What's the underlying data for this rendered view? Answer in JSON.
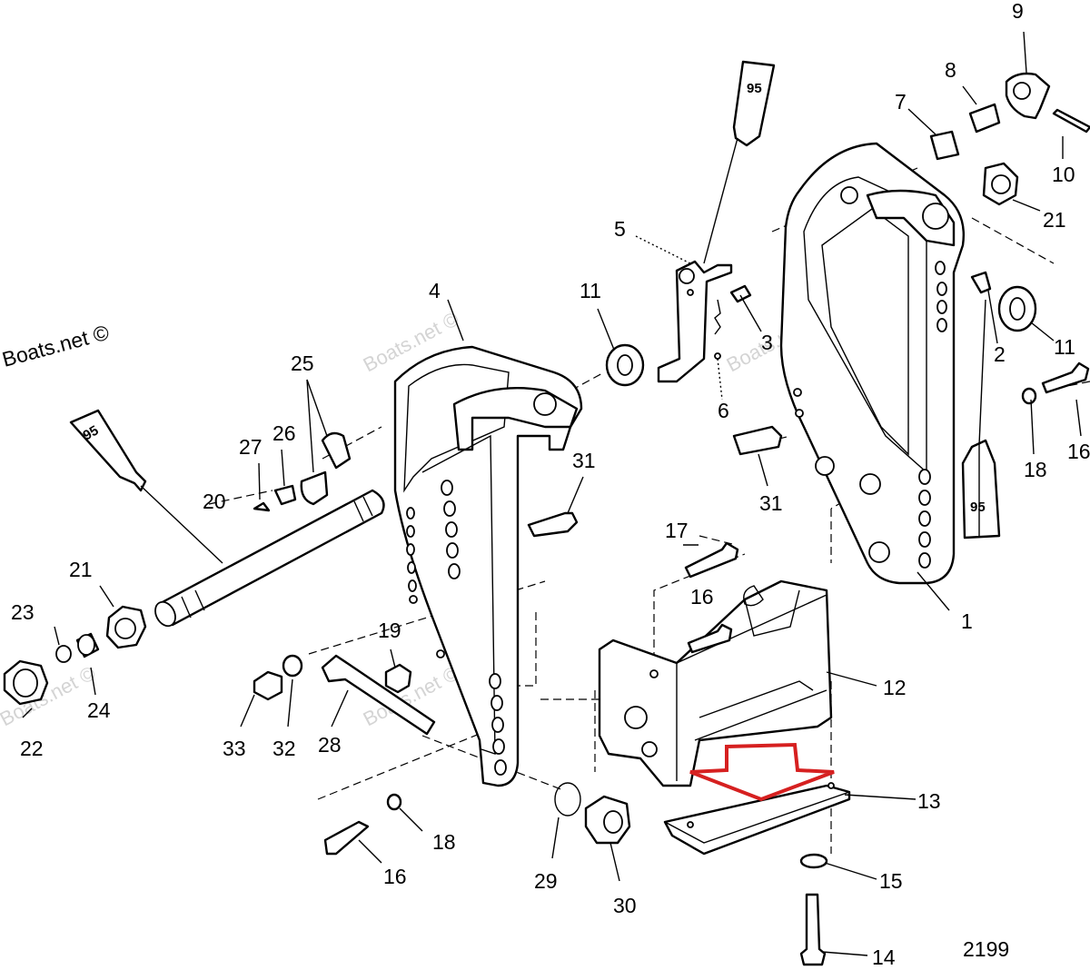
{
  "credit": "Boats.net ©",
  "watermark": "Boats.net ©",
  "drawing_number": "2199",
  "sealant_label": "95",
  "callouts": [
    "1",
    "2",
    "3",
    "4",
    "5",
    "6",
    "7",
    "8",
    "9",
    "10",
    "11",
    "11",
    "12",
    "13",
    "14",
    "15",
    "16",
    "16",
    "16",
    "17",
    "18",
    "18",
    "19",
    "20",
    "21",
    "21",
    "22",
    "23",
    "24",
    "25",
    "26",
    "27",
    "28",
    "29",
    "30",
    "31",
    "31",
    "32",
    "33"
  ],
  "highlight_arrow_color": "#d62020"
}
